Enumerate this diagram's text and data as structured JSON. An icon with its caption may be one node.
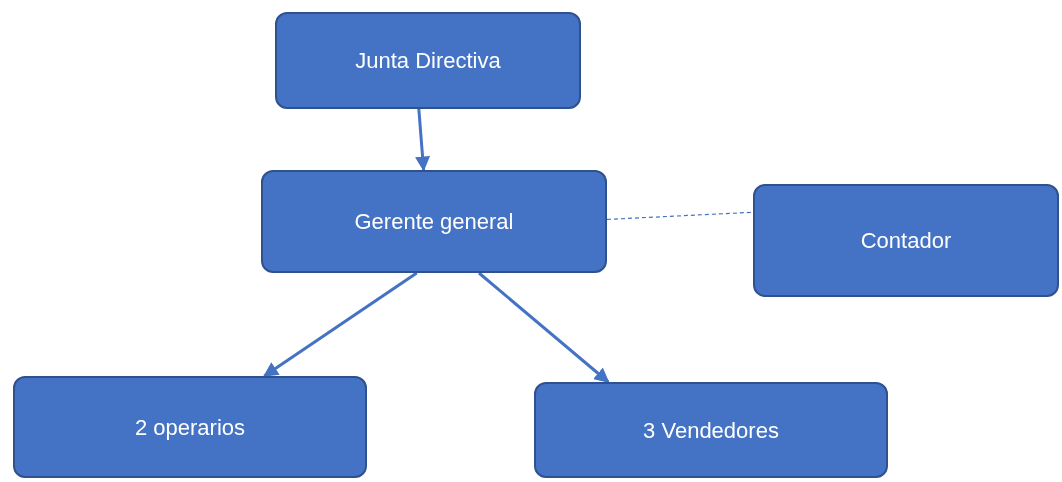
{
  "diagram": {
    "nodes": [
      {
        "text": [
          "Junta Directiva"
        ]
      },
      {
        "text": [
          "Gerente general"
        ]
      },
      {
        "text": [
          "Contador"
        ]
      },
      {
        "text": [
          "2 operarios"
        ]
      },
      {
        "text": [
          "3 Vendedores"
        ]
      }
    ],
    "edges": [
      {
        "from": 0,
        "to": 1,
        "arrow": "to"
      },
      {
        "from": 1,
        "to": 2,
        "arrow": "none",
        "style": "dashed"
      },
      {
        "from": 1,
        "to": 3,
        "arrow": "to"
      },
      {
        "from": 1,
        "to": 4,
        "arrow": "to"
      }
    ]
  }
}
